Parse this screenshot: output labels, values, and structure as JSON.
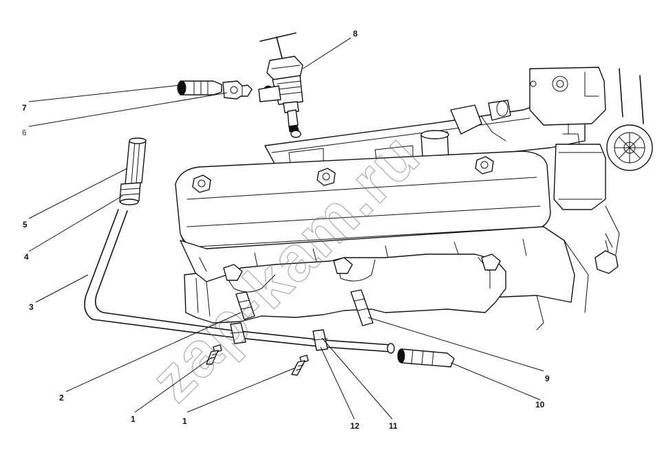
{
  "watermark": {
    "text": "zap-kam.ru",
    "color": "#6b6b6b"
  },
  "callouts": [
    {
      "id": "c1a",
      "label": "1"
    },
    {
      "id": "c1b",
      "label": "1"
    },
    {
      "id": "c2",
      "label": "2"
    },
    {
      "id": "c3",
      "label": "3"
    },
    {
      "id": "c4",
      "label": "4"
    },
    {
      "id": "c5",
      "label": "5"
    },
    {
      "id": "c6",
      "label": "6"
    },
    {
      "id": "c7",
      "label": "7"
    },
    {
      "id": "c8",
      "label": "8"
    },
    {
      "id": "c9",
      "label": "9"
    },
    {
      "id": "c10",
      "label": "10"
    },
    {
      "id": "c11",
      "label": "11"
    },
    {
      "id": "c12",
      "label": "12"
    }
  ]
}
